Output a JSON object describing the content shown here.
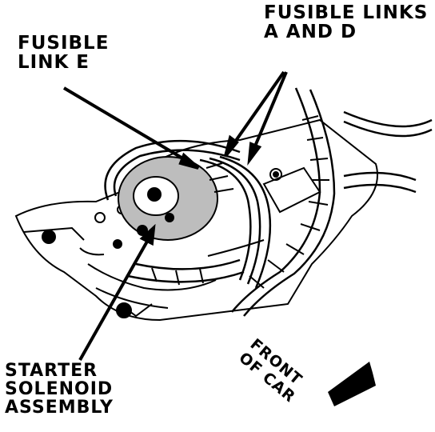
{
  "labels": {
    "fusible_links_ad": [
      "FUSIBLE LINKS",
      "A AND D"
    ],
    "fusible_link_e": [
      "FUSIBLE",
      "LINK E"
    ],
    "starter_solenoid": [
      "STARTER",
      "SOLENOID",
      "ASSEMBLY"
    ],
    "front_of_car": [
      "FRONT",
      "OF CAR"
    ]
  },
  "colors": {
    "ink": "#000000",
    "paper": "#ffffff",
    "shade": "#bdbdbd"
  },
  "icons": {
    "direction": "front-arrow-icon"
  }
}
